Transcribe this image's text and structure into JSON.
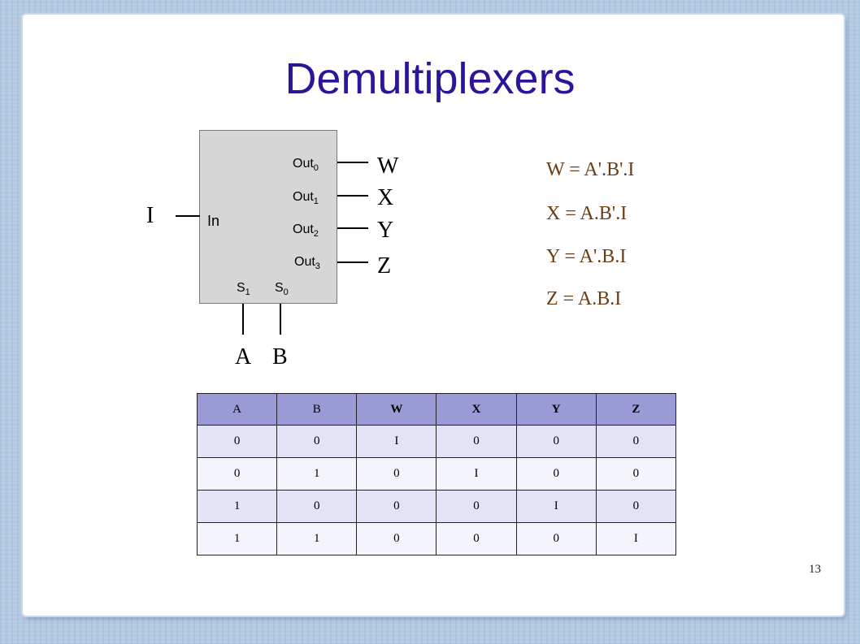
{
  "slide": {
    "title": "Demultiplexers",
    "page_number": "13"
  },
  "block": {
    "input_label": "In",
    "outputs": [
      {
        "base": "Out",
        "sub": "0"
      },
      {
        "base": "Out",
        "sub": "1"
      },
      {
        "base": "Out",
        "sub": "2"
      },
      {
        "base": "Out",
        "sub": "3"
      }
    ],
    "selects": [
      {
        "base": "S",
        "sub": "1"
      },
      {
        "base": "S",
        "sub": "0"
      }
    ]
  },
  "signals": {
    "input": "I",
    "outputs": [
      "W",
      "X",
      "Y",
      "Z"
    ],
    "selects": [
      "A",
      "B"
    ]
  },
  "equations": [
    "W = A'.B'.I",
    "X = A.B'.I",
    "Y = A'.B.I",
    "Z = A.B.I"
  ],
  "truth_table": {
    "headers": [
      "A",
      "B",
      "W",
      "X",
      "Y",
      "Z"
    ],
    "rows": [
      [
        "0",
        "0",
        "I",
        "0",
        "0",
        "0"
      ],
      [
        "0",
        "1",
        "0",
        "I",
        "0",
        "0"
      ],
      [
        "1",
        "0",
        "0",
        "0",
        "I",
        "0"
      ],
      [
        "1",
        "1",
        "0",
        "0",
        "0",
        "I"
      ]
    ]
  }
}
